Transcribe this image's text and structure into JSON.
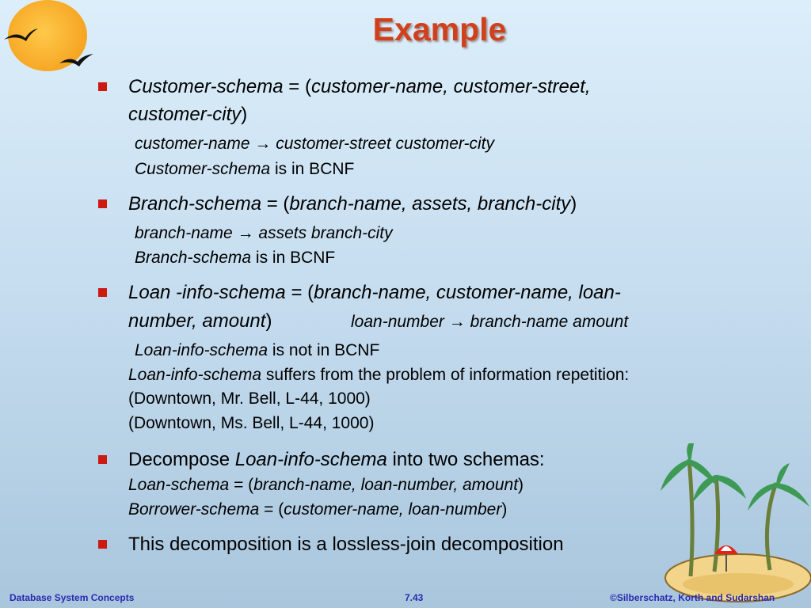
{
  "slide": {
    "title": "Example"
  },
  "content": {
    "b1": {
      "l1_a": "Customer-schema",
      "l1_b": " = (",
      "l1_c": "customer-name, customer-street,",
      "l2_a": "customer-city",
      "l2_b": ")",
      "fd_a": "customer-name",
      "fd_arrow": " → ",
      "fd_b": " customer-street  customer-city",
      "bcnf_a": "Customer-schema",
      "bcnf_b": "  is in BCNF"
    },
    "b2": {
      "l1_a": "Branch-schema",
      "l1_b": " = (",
      "l1_c": "branch-name, assets, branch-city",
      "l1_d": ")",
      "fd_a": "branch-name",
      "fd_arrow": " → ",
      "fd_b": "assets  branch-city",
      "bcnf_a": "Branch-schema",
      "bcnf_b": "  is in BCNF"
    },
    "b3": {
      "l1_a": "Loan -info-schema",
      "l1_b": " = (",
      "l1_c": "branch-name, customer-name, loan-",
      "l2_a": "number, amount",
      "l2_b": ")",
      "fd_a": "loan-number",
      "fd_arrow": " → ",
      "fd_b": "branch-name amount",
      "bcnf_a": "Loan-info-schema",
      "bcnf_b": " is not in BCNF",
      "rep_a": "Loan-info-schema",
      "rep_b": " suffers from the problem of information repetition:",
      "tuple1": "(Downtown, Mr. Bell, L-44, 1000)",
      "tuple2": "(Downtown, Ms. Bell, L-44, 1000)"
    },
    "b4": {
      "l1_a": "Decompose ",
      "l1_b": "Loan-info-schema",
      "l1_c": " into two schemas:",
      "loan_a": "Loan-schema",
      "loan_b": " = (",
      "loan_c": "branch-name, loan-number, amount",
      "loan_d": ")",
      "borr_a": "Borrower-schema",
      "borr_b": " = (",
      "borr_c": "customer-name, loan-number",
      "borr_d": ")"
    },
    "b5": {
      "text": "This decomposition is a lossless-join decomposition"
    }
  },
  "footer": {
    "left": "Database System Concepts",
    "center": "7.43",
    "right": "©Silberschatz, Korth and Sudarshan"
  },
  "colors": {
    "title": "#d0401c",
    "bullet": "#cc1a10",
    "footer": "#2a2ab0"
  },
  "icons": [
    "sun-icon",
    "birds-icon",
    "island-palm-icon"
  ]
}
